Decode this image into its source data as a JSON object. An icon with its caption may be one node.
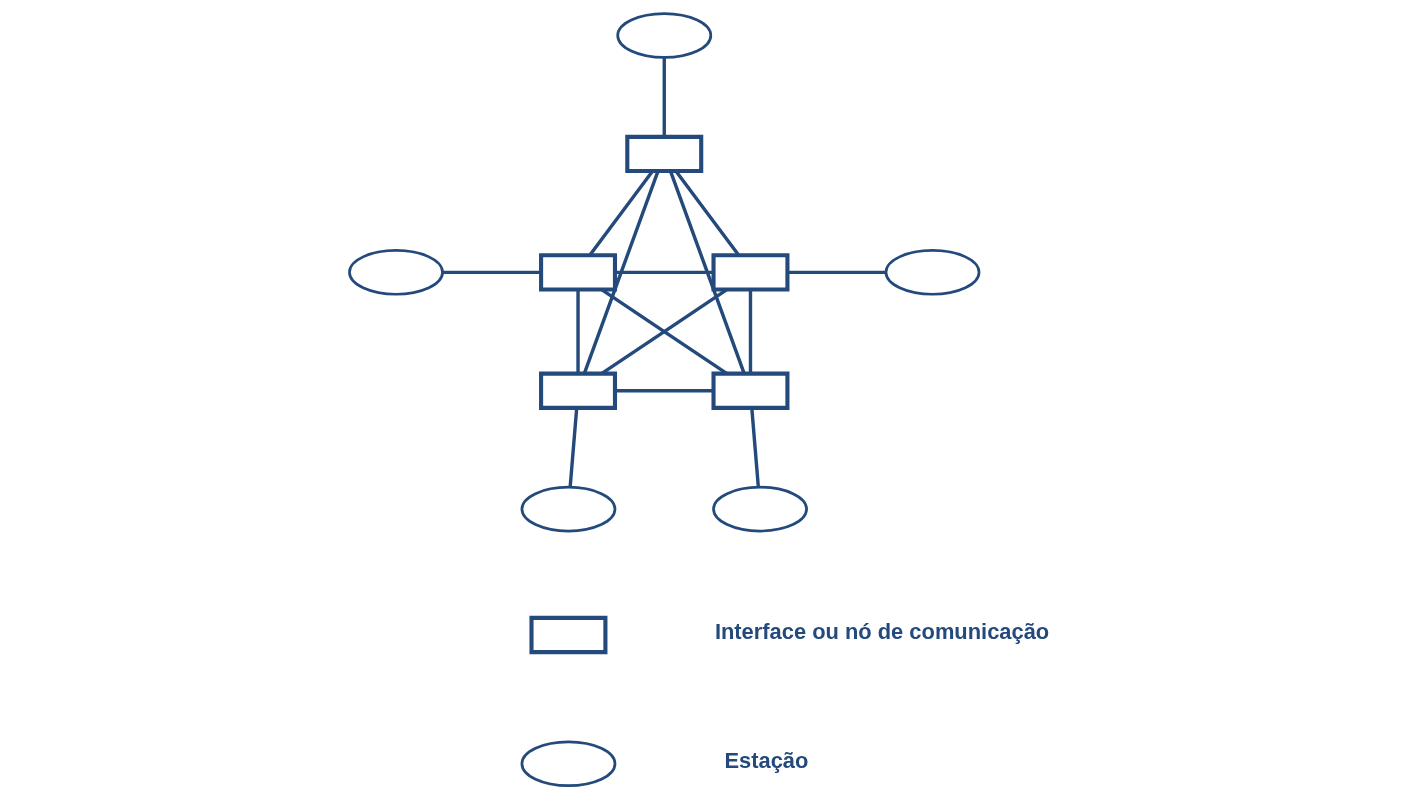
{
  "diagram": {
    "nodes": [
      {
        "text": [],
        "shape": "ellipse"
      },
      {
        "text": [],
        "shape": "box"
      },
      {
        "text": [],
        "shape": "ellipse"
      },
      {
        "text": [],
        "shape": "box"
      },
      {
        "text": [],
        "shape": "box"
      },
      {
        "text": [],
        "shape": "ellipse"
      },
      {
        "text": [],
        "shape": "box"
      },
      {
        "text": [],
        "shape": "box"
      },
      {
        "text": [],
        "shape": "ellipse"
      },
      {
        "text": [],
        "shape": "ellipse"
      },
      {
        "text": [],
        "shape": "box"
      },
      {
        "text": [],
        "shape": "ellipse"
      }
    ],
    "edges": [
      {
        "from": 0,
        "to": 1,
        "arrow": "none"
      },
      {
        "from": 2,
        "to": 3,
        "arrow": "none"
      },
      {
        "from": 4,
        "to": 5,
        "arrow": "none"
      },
      {
        "from": 6,
        "to": 8,
        "arrow": "none"
      },
      {
        "from": 7,
        "to": 9,
        "arrow": "none"
      },
      {
        "from": 1,
        "to": 3,
        "arrow": "none"
      },
      {
        "from": 1,
        "to": 4,
        "arrow": "none"
      },
      {
        "from": 1,
        "to": 6,
        "arrow": "none"
      },
      {
        "from": 1,
        "to": 7,
        "arrow": "none"
      },
      {
        "from": 3,
        "to": 4,
        "arrow": "none"
      },
      {
        "from": 3,
        "to": 6,
        "arrow": "none"
      },
      {
        "from": 3,
        "to": 7,
        "arrow": "none"
      },
      {
        "from": 4,
        "to": 6,
        "arrow": "none"
      },
      {
        "from": 4,
        "to": 7,
        "arrow": "none"
      },
      {
        "from": 6,
        "to": 7,
        "arrow": "none"
      }
    ],
    "legend": [
      {
        "text": "Interface ou nó de comunicação"
      },
      {
        "text": "Estação"
      }
    ]
  }
}
